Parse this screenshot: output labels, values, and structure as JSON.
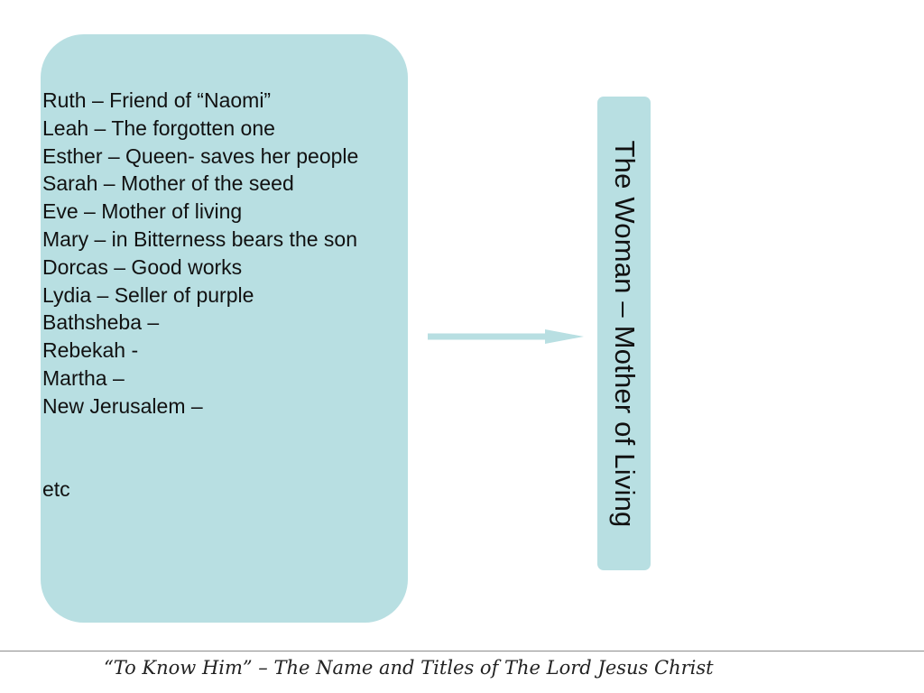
{
  "colors": {
    "box_fill": "#b8dfe2",
    "arrow_fill": "#b8dfe2",
    "text": "#111111",
    "footer_rule": "#8c8c8c"
  },
  "names_list": {
    "items": [
      "Ruth – Friend of “Naomi”",
      "Leah – The forgotten one",
      "Esther – Queen- saves her people",
      "Sarah – Mother of the seed",
      "Eve – Mother of living",
      "Mary – in Bitterness bears the son",
      "Dorcas – Good works",
      "Lydia – Seller of purple",
      "Bathsheba –",
      "Rebekah -",
      "Martha –",
      "New Jerusalem –"
    ],
    "trailing": "etc"
  },
  "title_box": {
    "text": "The Woman – Mother of Living"
  },
  "footer": {
    "text": "“To Know Him” –  The Name and Titles of The Lord Jesus Christ"
  }
}
